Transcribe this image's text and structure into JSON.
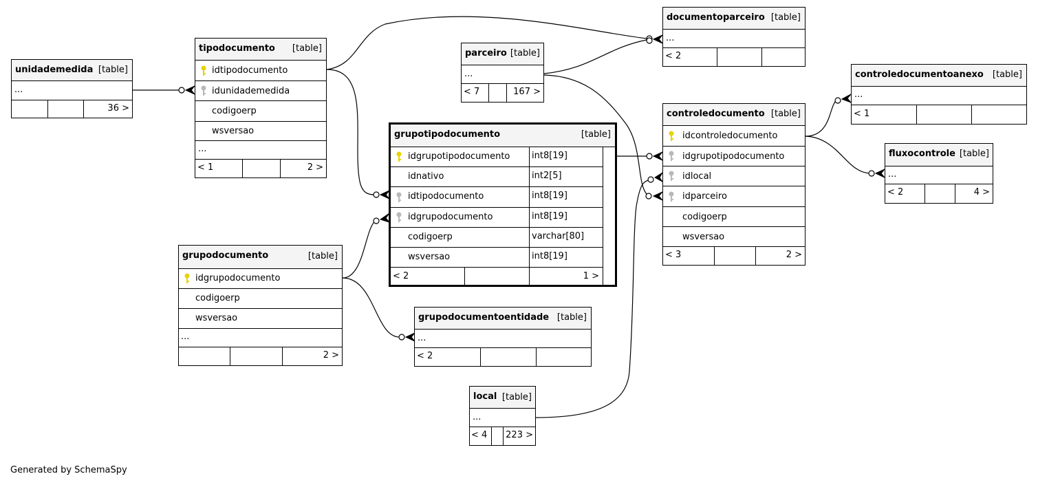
{
  "colors": {
    "pk_key": "#e6d300",
    "fk_key": "#b8b8b8",
    "focus_header": "#f4f4f4"
  },
  "credit": "Generated by SchemaSpy",
  "tables": {
    "unidademedida": {
      "name": "unidademedida",
      "type": "[table]",
      "rows": [
        "..."
      ],
      "footer": [
        "",
        "",
        "36 >"
      ]
    },
    "tipodocumento": {
      "name": "tipodocumento",
      "type": "[table]",
      "columns": [
        {
          "name": "idtipodocumento",
          "key": "pk"
        },
        {
          "name": "idunidademedida",
          "key": "fk"
        },
        {
          "name": "codigoerp"
        },
        {
          "name": "wsversao"
        }
      ],
      "rows": [
        "..."
      ],
      "footer": [
        "< 1",
        "",
        "2 >"
      ]
    },
    "parceiro": {
      "name": "parceiro",
      "type": "[table]",
      "rows": [
        "..."
      ],
      "footer": [
        "< 7",
        "",
        "167 >"
      ]
    },
    "documentoparceiro": {
      "name": "documentoparceiro",
      "type": "[table]",
      "rows": [
        "..."
      ],
      "footer": [
        "< 2",
        "",
        ""
      ]
    },
    "controledocumentoanexo": {
      "name": "controledocumentoanexo",
      "type": "[table]",
      "rows": [
        "..."
      ],
      "footer": [
        "< 1",
        "",
        ""
      ]
    },
    "controledocumento": {
      "name": "controledocumento",
      "type": "[table]",
      "columns": [
        {
          "name": "idcontroledocumento",
          "key": "pk"
        },
        {
          "name": "idgrupotipodocumento",
          "key": "fk"
        },
        {
          "name": "idlocal",
          "key": "fk"
        },
        {
          "name": "idparceiro",
          "key": "fk"
        },
        {
          "name": "codigoerp"
        },
        {
          "name": "wsversao"
        }
      ],
      "footer": [
        "< 3",
        "",
        "2 >"
      ]
    },
    "fluxocontrole": {
      "name": "fluxocontrole",
      "type": "[table]",
      "rows": [
        "..."
      ],
      "footer": [
        "< 2",
        "",
        "4 >"
      ]
    },
    "grupotipodocumento": {
      "name": "grupotipodocumento",
      "type": "[table]",
      "columns": [
        {
          "name": "idgrupotipodocumento",
          "key": "pk",
          "datatype": "int8[19]"
        },
        {
          "name": "idnativo",
          "datatype": "int2[5]"
        },
        {
          "name": "idtipodocumento",
          "key": "fk",
          "datatype": "int8[19]"
        },
        {
          "name": "idgrupodocumento",
          "key": "fk",
          "datatype": "int8[19]"
        },
        {
          "name": "codigoerp",
          "datatype": "varchar[80]"
        },
        {
          "name": "wsversao",
          "datatype": "int8[19]"
        }
      ],
      "footer": [
        "< 2",
        "",
        "1 >"
      ]
    },
    "grupodocumento": {
      "name": "grupodocumento",
      "type": "[table]",
      "columns": [
        {
          "name": "idgrupodocumento",
          "key": "pk"
        },
        {
          "name": "codigoerp"
        },
        {
          "name": "wsversao"
        }
      ],
      "rows": [
        "..."
      ],
      "footer": [
        "",
        "",
        "2 >"
      ]
    },
    "grupodocumentoentidade": {
      "name": "grupodocumentoentidade",
      "type": "[table]",
      "rows": [
        "..."
      ],
      "footer": [
        "< 2",
        "",
        ""
      ]
    },
    "local": {
      "name": "local",
      "type": "[table]",
      "rows": [
        "..."
      ],
      "footer": [
        "< 4",
        "",
        "223 >"
      ]
    }
  }
}
